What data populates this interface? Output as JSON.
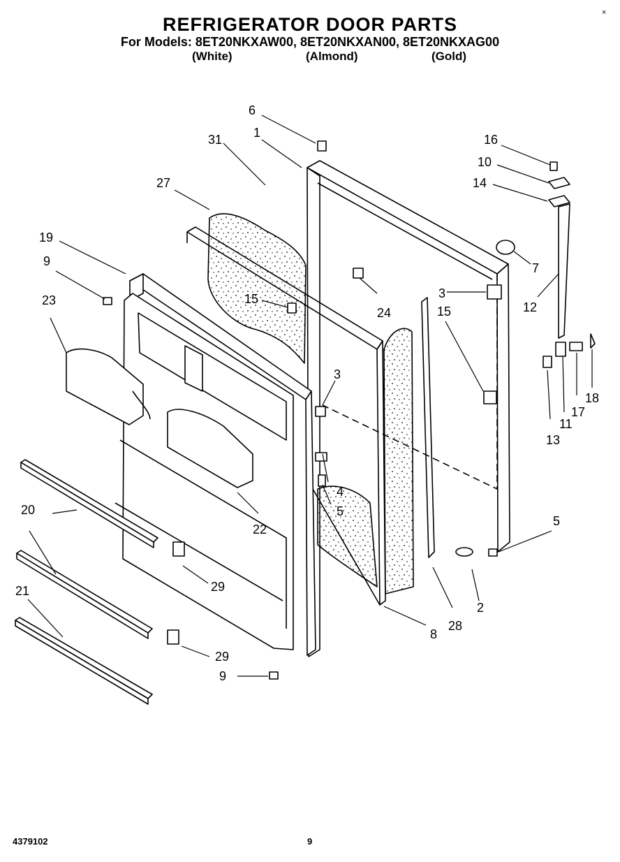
{
  "header": {
    "title": "REFRIGERATOR DOOR PARTS",
    "models": "For Models: 8ET20NKXAW00, 8ET20NKXAN00, 8ET20NKXAG00",
    "colors": [
      "(White)",
      "(Almond)",
      "(Gold)"
    ]
  },
  "corner_mark": "×",
  "callouts": [
    "1",
    "2",
    "3",
    "3",
    "4",
    "5",
    "5",
    "6",
    "7",
    "8",
    "9",
    "9",
    "10",
    "11",
    "12",
    "13",
    "14",
    "15",
    "15",
    "16",
    "17",
    "18",
    "19",
    "20",
    "21",
    "22",
    "23",
    "24",
    "27",
    "28",
    "29",
    "29",
    "31"
  ],
  "footer": {
    "part_number": "4379102",
    "page": "9"
  }
}
